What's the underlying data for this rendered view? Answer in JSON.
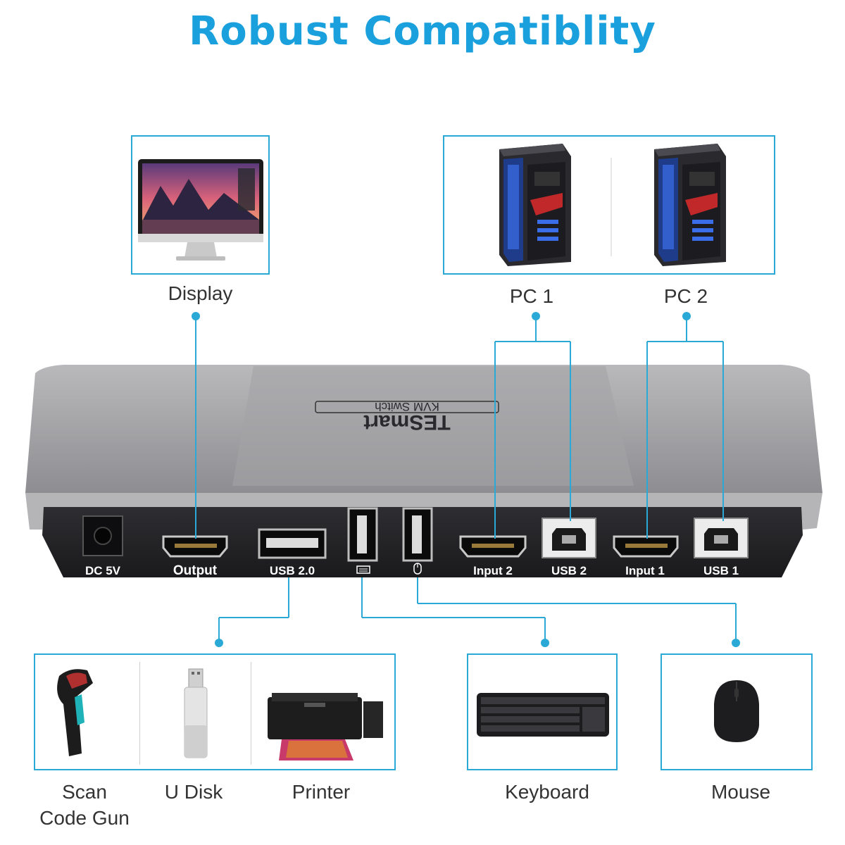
{
  "title": "Robust Compatiblity",
  "devices": {
    "display": "Display",
    "pc1": "PC 1",
    "pc2": "PC 2",
    "scan_gun": "Scan\nCode Gun",
    "u_disk": "U Disk",
    "printer": "Printer",
    "keyboard": "Keyboard",
    "mouse": "Mouse"
  },
  "switch": {
    "brand": "TESmart",
    "model": "KVM Switch",
    "ports": {
      "dc": "DC 5V",
      "output": "Output",
      "usb20": "USB 2.0",
      "input2": "Input 2",
      "usb2": "USB 2",
      "input1": "Input 1",
      "usb1": "USB 1"
    }
  },
  "colors": {
    "accent": "#1aa0dc",
    "line": "#2aa9d6"
  }
}
